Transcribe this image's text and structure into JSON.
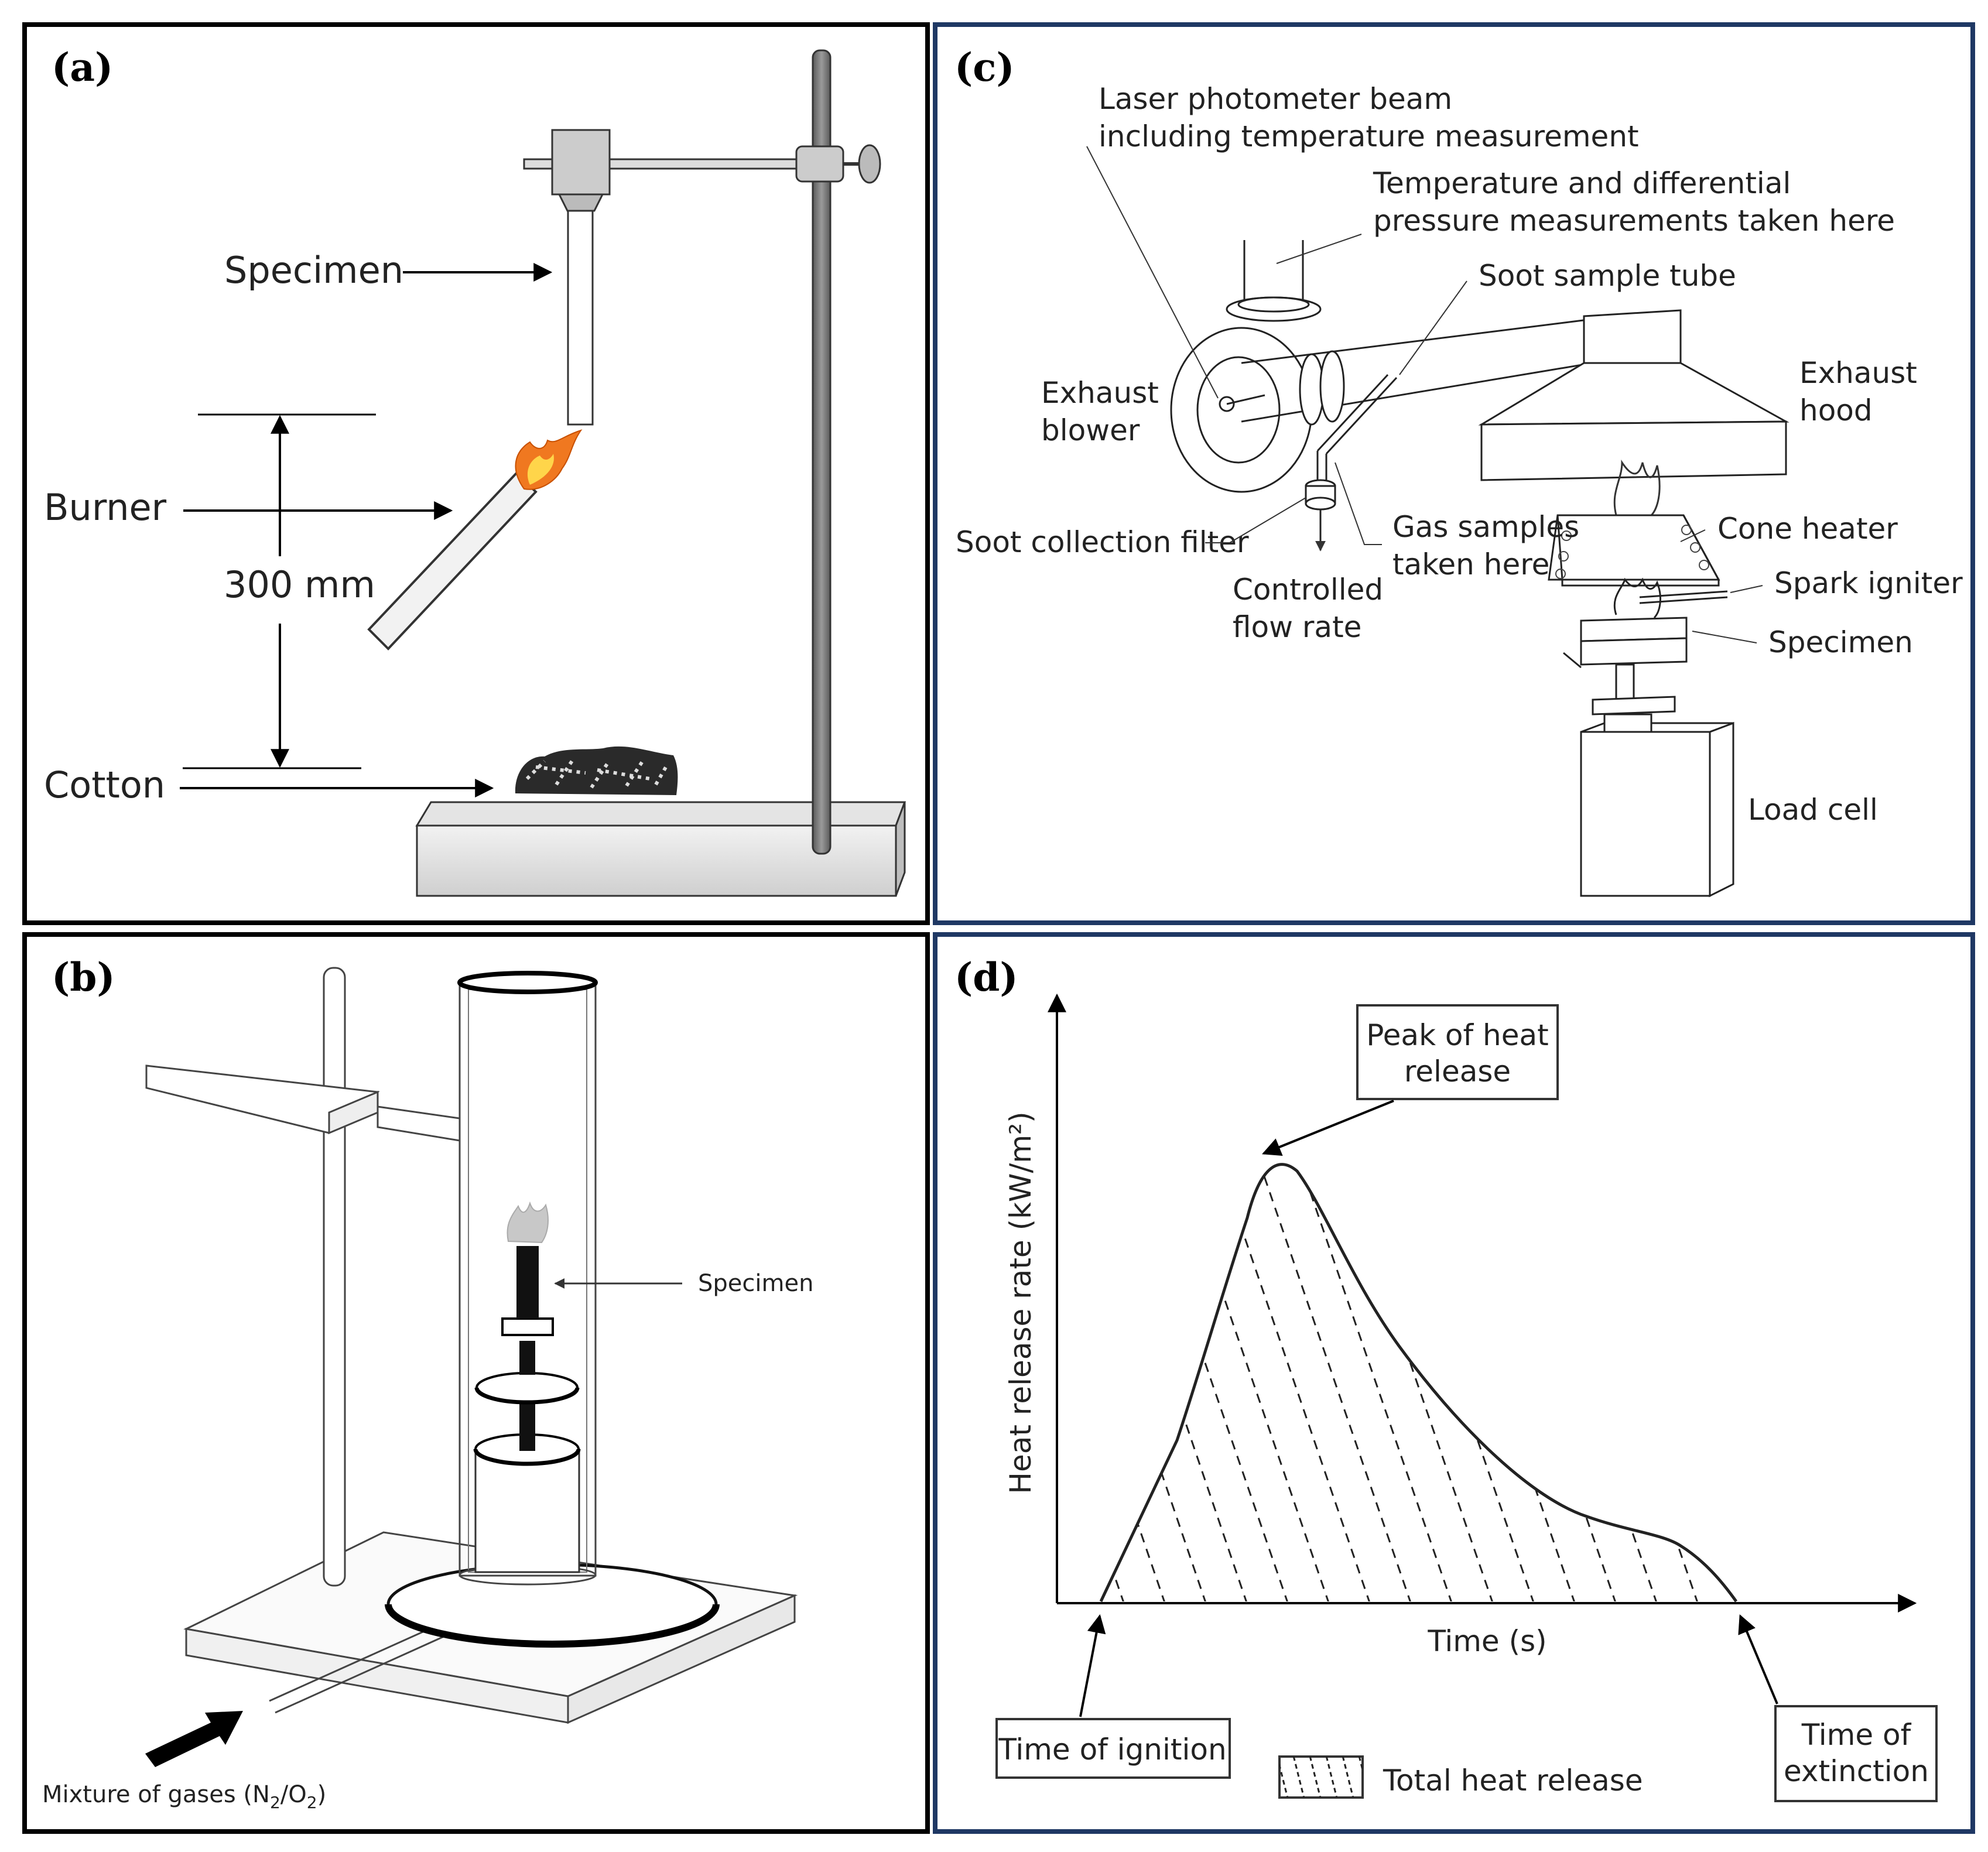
{
  "panels": {
    "a": {
      "label": "(a)",
      "specimen": "Specimen",
      "burner": "Burner",
      "distance": "300 mm",
      "cotton": "Cotton"
    },
    "b": {
      "label": "(b)",
      "specimen": "Specimen",
      "gas_prefix": "Mixture of gases (N",
      "gas_sub1": "2",
      "gas_mid": "/O",
      "gas_sub2": "2",
      "gas_suffix": ")"
    },
    "c": {
      "label": "(c)",
      "laser_line1": "Laser photometer beam",
      "laser_line2": "including temperature measurement",
      "temp_line1": "Temperature and differential",
      "temp_line2": "pressure measurements taken here",
      "soot_tube": "Soot sample tube",
      "blower_line1": "Exhaust",
      "blower_line2": "blower",
      "hood_line1": "Exhaust",
      "hood_line2": "hood",
      "gas_line1": "Gas samples",
      "gas_line2": "taken here",
      "cone": "Cone heater",
      "filter": "Soot collection filter",
      "flow_line1": "Controlled",
      "flow_line2": "flow rate",
      "spark": "Spark igniter",
      "specimen": "Specimen",
      "load": "Load cell"
    },
    "d": {
      "label": "(d)",
      "peak_line1": "Peak of heat",
      "peak_line2": "release",
      "ylabel": "Heat release rate (kW/m²)",
      "xlabel": "Time (s)",
      "ignition": "Time of ignition",
      "extinction_line1": "Time of",
      "extinction_line2": "extinction",
      "legend": "Total heat release"
    }
  },
  "colors": {
    "frame_black": "#000000",
    "frame_blue": "#1f3864",
    "flame_orange": "#f07820",
    "flame_yellow": "#ffd54a",
    "rod_grey": "#8a8a8a",
    "device_grey": "#d9d9d9"
  }
}
